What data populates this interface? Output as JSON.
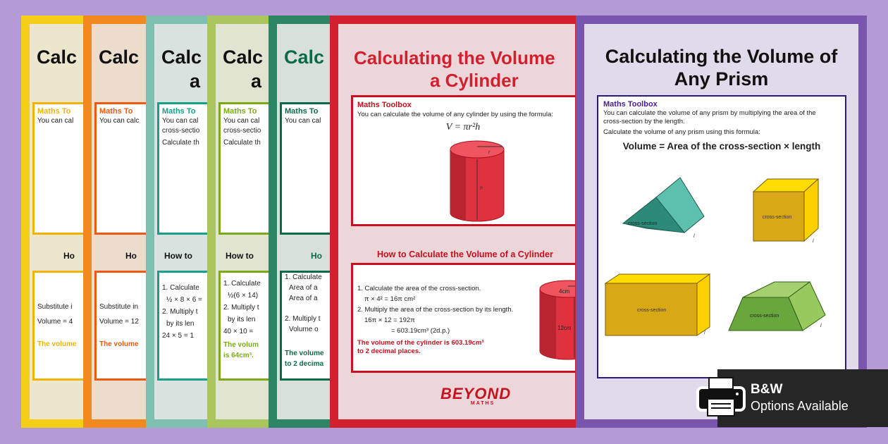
{
  "colors": {
    "background": "#b59bd6",
    "yellow": "#f5cf17",
    "orange": "#f08a1e",
    "teal": "#7fbfb0",
    "lime": "#a9c65e",
    "green": "#2e8565",
    "red": "#d3202f",
    "purple": "#7a55ae"
  },
  "posters": [
    {
      "color": "#f5cf17",
      "accent": "#f0b400",
      "title": "Calc",
      "toolbox_label": "Maths To",
      "toolbox_lines": [
        "You can cal"
      ],
      "heading": "Ho",
      "steps": [
        "Substitute i",
        "Volume = 4"
      ],
      "result": [
        "The volume"
      ]
    },
    {
      "color": "#f08a1e",
      "accent": "#f05a10",
      "title": "Calc",
      "toolbox_label": "Maths To",
      "toolbox_lines": [
        "You can calc"
      ],
      "heading": "Ho",
      "steps": [
        "Substitute in",
        "Volume = 12"
      ],
      "result": [
        "The volume"
      ]
    },
    {
      "color": "#7fbfb0",
      "accent": "#16a08a",
      "title": "Calc",
      "title2": "a",
      "toolbox_label": "Maths To",
      "toolbox_lines": [
        "You can cal",
        "cross-sectio",
        "Calculate th"
      ],
      "heading": "How to",
      "steps": [
        "1. Calculate",
        "½ × 8 × 6 =",
        "2. Multiply t",
        "by its len",
        "24 × 5 = 1"
      ],
      "result": []
    },
    {
      "color": "#a9c65e",
      "accent": "#7aab16",
      "title": "Calc",
      "title2": "a",
      "toolbox_label": "Maths To",
      "toolbox_lines": [
        "You can cal",
        "cross-sectio",
        "Calculate th"
      ],
      "heading": "How to",
      "steps": [
        "1. Calculate",
        "½(6 × 14)",
        "2. Multiply t",
        "by its len",
        "40 × 10 ="
      ],
      "result": [
        "The volum",
        "is 64cm³."
      ]
    },
    {
      "color": "#2e8565",
      "accent": "#0d6a48",
      "title": "Calc",
      "toolbox_label": "Maths To",
      "toolbox_lines": [
        "You can cal"
      ],
      "heading": "Ho",
      "steps": [
        "1. Calculate",
        "Area of a",
        "Area of a",
        "2. Multiply t",
        "Volume o"
      ],
      "result": [
        "The volume",
        "to 2 decima"
      ]
    }
  ],
  "cylinder_poster": {
    "title_line1": "Calculating the Volume",
    "title_line2": "a Cylinder",
    "toolbox_label": "Maths Toolbox",
    "toolbox_text": "You can calculate the volume of any cylinder by using the formula:",
    "formula": "V = πr²h",
    "label_r": "r",
    "label_h": "h",
    "heading": "How to Calculate the Volume of a Cylinder",
    "steps": [
      "1. Calculate the area of the cross-section.",
      "π × 4² = 16π cm²",
      "2. Multiply the area of the cross-section by its length.",
      "16π × 12 = 192π",
      "= 603.19cm³ (2d.p.)"
    ],
    "result": [
      "The volume of the cylinder is 603.19cm³",
      "to 2 decimal places."
    ],
    "example_radius": "4cm",
    "example_height": "12cm",
    "logo": "BEYOND",
    "logo_sub": "MATHS"
  },
  "prism_poster": {
    "title_line1": "Calculating the Volume of",
    "title_line2": "Any Prism",
    "toolbox_label": "Maths Toolbox",
    "toolbox_text": [
      "You can calculate the volume of any prism by multiplying the area of the",
      "cross-section by the length."
    ],
    "formula_intro": "Calculate the volume of any prism using this formula:",
    "formula": "Volume = Area of the cross-section × length",
    "shape_label": "cross-section",
    "length_label": "l"
  },
  "badge": {
    "title": "B&W",
    "subtitle": "Options Available",
    "icon": "printer-icon"
  }
}
